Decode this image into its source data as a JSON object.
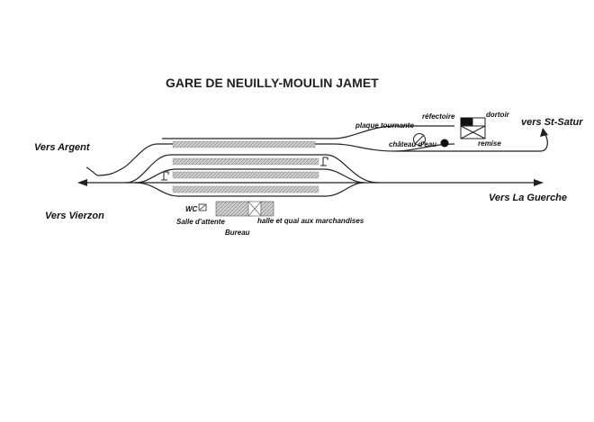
{
  "title": "GARE DE NEUILLY-MOULIN JAMET",
  "labels": {
    "vers_argent": "Vers Argent",
    "vers_vierzon": "Vers Vierzon",
    "vers_st_satur": "vers St-Satur",
    "vers_la_guerche": "Vers La Guerche",
    "plaque_tournante": "plaque tournante",
    "refectoire": "réfectoire",
    "dortoir": "dortoir",
    "chateau_deau": "château d'eau",
    "remise": "remise",
    "wc": "WC",
    "salle_attente": "Salle d'attente",
    "bureau": "Bureau",
    "halle": "halle et quai aux marchandises"
  },
  "colors": {
    "ink": "#222222",
    "platform_fill": "#c8c8c8"
  }
}
